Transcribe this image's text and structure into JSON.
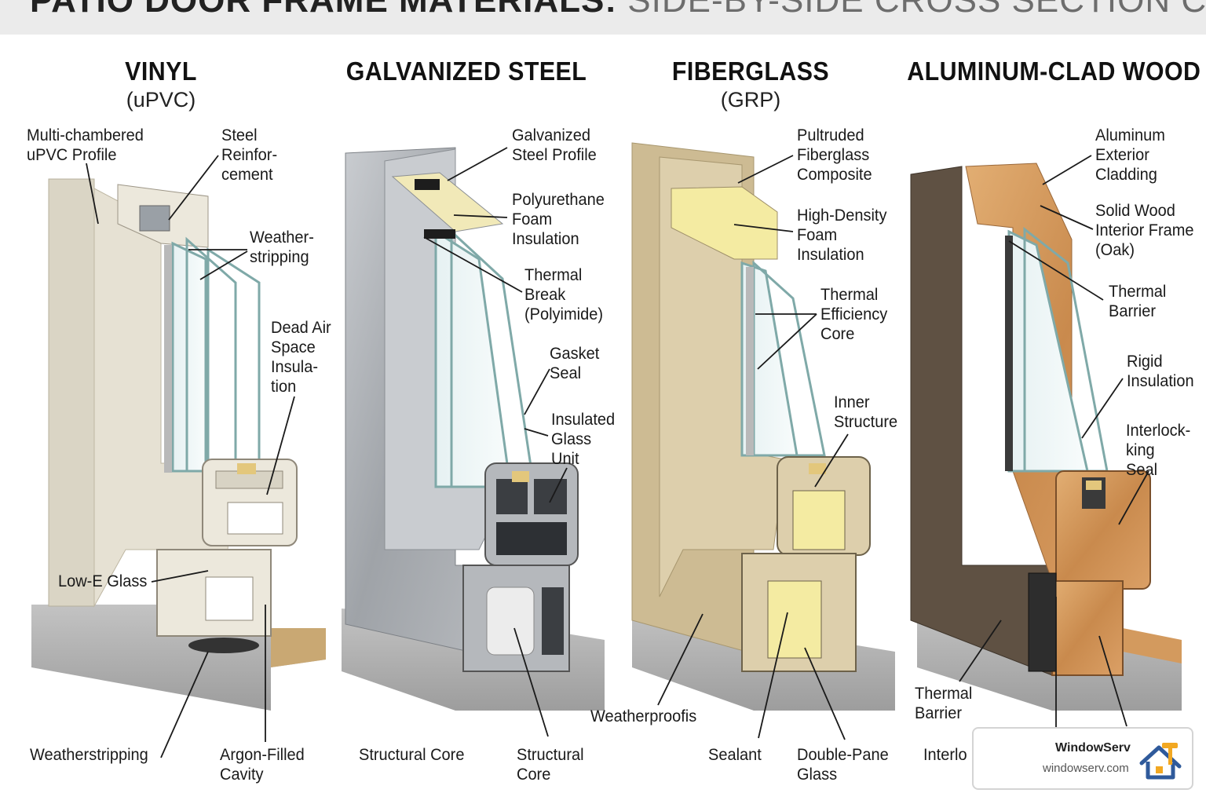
{
  "banner": {
    "title_bold": "PATIO DOOR FRAME MATERIALS:",
    "title_regular": " SIDE-BY-SIDE CROSS SECTION COMPARISON"
  },
  "panels": [
    {
      "title": "VINYL",
      "subtitle": "(uPVC)",
      "labels": [
        "Multi-chambered\nuPVC Profile",
        "Steel\nReinfor-\ncement",
        "Weather-\nstripping",
        "Dead Air\nSpace\nInsula-\ntion",
        "Low-E Glass",
        "Weatherstripping",
        "Argon-Filled\nCavity"
      ],
      "colors": {
        "frame": "#dad5c5",
        "inner": "#ece8dc",
        "floor": "#c9a873"
      }
    },
    {
      "title": "GALVANIZED STEEL",
      "subtitle": "",
      "labels": [
        "Galvanized\nSteel Profile",
        "Polyurethane\nFoam\nInsulation",
        "Thermal\nBreak\n(Polyimide)",
        "Gasket\nSeal",
        "Insulated\nGlass\nUnit",
        "Structural Core",
        "Structural\nCore"
      ],
      "colors": {
        "frame": "#a4a7ab",
        "inner": "#c9ccd0",
        "foam": "#f1e9b8"
      }
    },
    {
      "title": "FIBERGLASS",
      "subtitle": "(GRP)",
      "labels": [
        "Pultruded\nFiberglass\nComposite",
        "High-Density\nFoam\nInsulation",
        "Thermal\nEfficiency\nCore",
        "Inner\nStructure",
        "Weatherproofis",
        "Sealant",
        "Double-Pane\nGlass"
      ],
      "colors": {
        "frame": "#cdbb93",
        "inner": "#ddcfac",
        "foam": "#f4eba2"
      }
    },
    {
      "title": "ALUMINUM-CLAD WOOD",
      "subtitle": "",
      "labels": [
        "Aluminum\nExterior\nCladding",
        "Solid Wood\nInterior Frame\n(Oak)",
        "Thermal\nBarrier",
        "Rigid\nInsulation",
        "Interlock-\nking\nSeal",
        "Thermal\nBarrier",
        "Interlo"
      ],
      "colors": {
        "frame": "#5f5143",
        "inner": "#6b5d4e",
        "wood": "#d39a5e"
      }
    }
  ],
  "brand": {
    "name": "WindowServ",
    "url": "windowserv.com",
    "logo_colors": {
      "house": "#2f5a9b",
      "hammer": "#f2a822"
    }
  }
}
